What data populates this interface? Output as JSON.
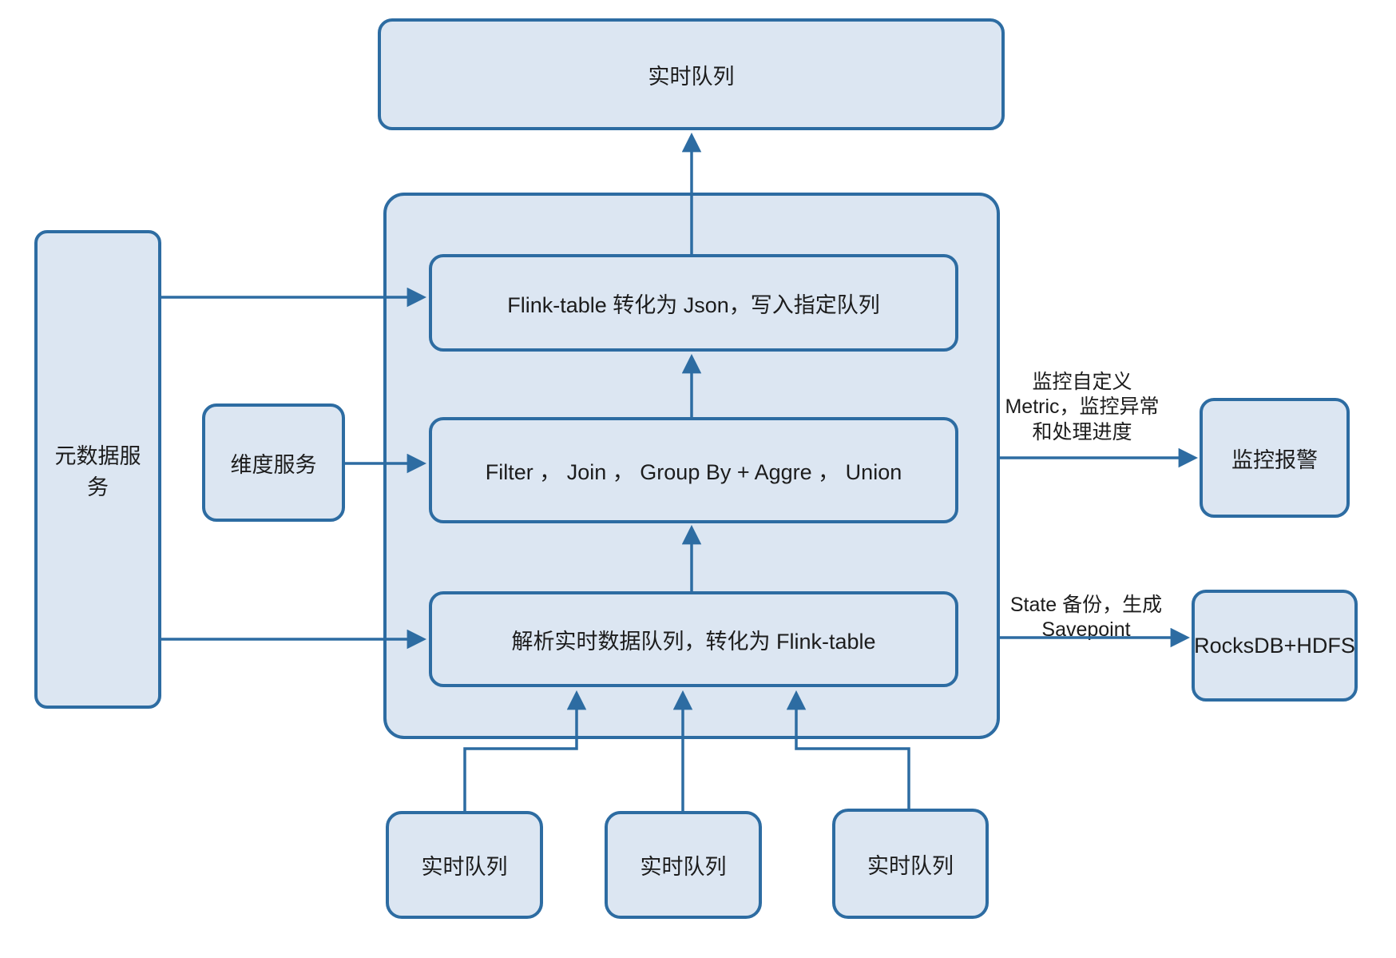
{
  "colors": {
    "stroke": "#2d6ca2",
    "node_fill": "#dce6f2",
    "text": "#1c1c1c",
    "background": "#ffffff"
  },
  "nodes": {
    "top_queue": "实时队列",
    "pipeline_sink": "Flink-table 转化为 Json，写入指定队列",
    "pipeline_transform": "Filter ， Join ， Group By + Aggre ， Union",
    "pipeline_parse": "解析实时数据队列，转化为 Flink-table",
    "metadata_service": "元数据服务",
    "dimension_service": "维度服务",
    "monitor_alarm": "监控报警",
    "rocksdb_hdfs": "RocksDB+HDFS",
    "source_queue_1": "实时队列",
    "source_queue_2": "实时队列",
    "source_queue_3": "实时队列"
  },
  "edge_labels": {
    "monitor_line1": "监控自定义",
    "monitor_line2": "Metric，监控异常",
    "monitor_line3": "和处理进度",
    "state_line1": "State 备份，生成",
    "state_line2": "Savepoint"
  },
  "edges": [
    {
      "from": "metadata_service",
      "to": "pipeline_sink"
    },
    {
      "from": "metadata_service",
      "to": "pipeline_parse"
    },
    {
      "from": "dimension_service",
      "to": "pipeline_transform"
    },
    {
      "from": "source_queue_1",
      "to": "pipeline_parse"
    },
    {
      "from": "source_queue_2",
      "to": "pipeline_parse"
    },
    {
      "from": "source_queue_3",
      "to": "pipeline_parse"
    },
    {
      "from": "pipeline_parse",
      "to": "pipeline_transform"
    },
    {
      "from": "pipeline_transform",
      "to": "pipeline_sink"
    },
    {
      "from": "pipeline_sink",
      "to": "top_queue"
    },
    {
      "from": "flink_job_container",
      "to": "monitor_alarm",
      "label": "监控自定义 Metric，监控异常和处理进度"
    },
    {
      "from": "flink_job_container",
      "to": "rocksdb_hdfs",
      "label": "State 备份，生成 Savepoint"
    }
  ]
}
